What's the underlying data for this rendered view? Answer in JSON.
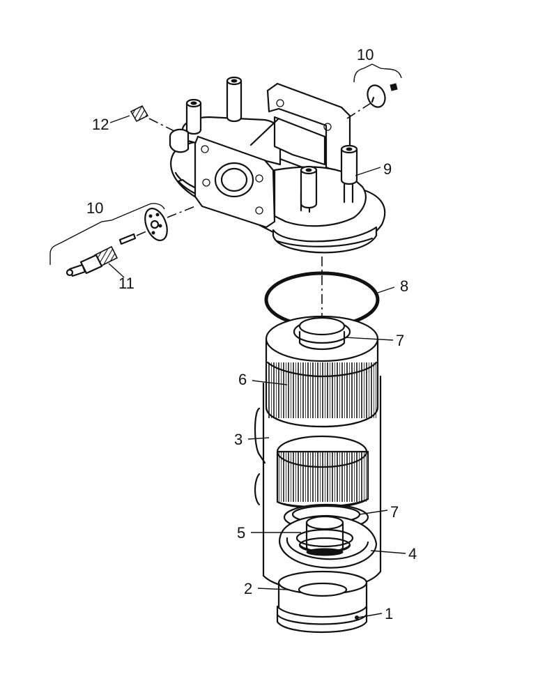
{
  "diagram": {
    "callouts": {
      "p1": "1",
      "p2": "2",
      "p3": "3",
      "p4": "4",
      "p5": "5",
      "p6": "6",
      "p7a": "7",
      "p7b": "7",
      "p8": "8",
      "p9": "9",
      "p10a": "10",
      "p10b": "10",
      "p11": "11",
      "p12": "12"
    }
  }
}
